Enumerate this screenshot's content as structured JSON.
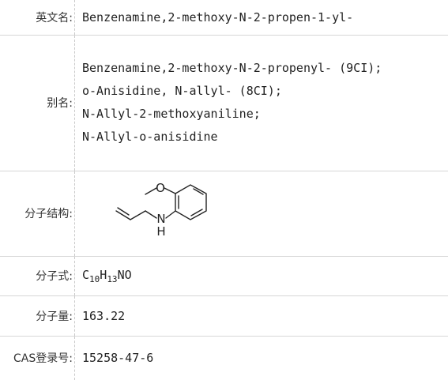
{
  "rows": {
    "english_name": {
      "label": "英文名:",
      "value": "Benzenamine,2-methoxy-N-2-propen-1-yl-"
    },
    "aliases": {
      "label": "别名:",
      "lines": [
        "Benzenamine,2-methoxy-N-2-propenyl- (9CI);",
        "o-Anisidine, N-allyl- (8CI);",
        "N-Allyl-2-methoxyaniline;",
        "N-Allyl-o-anisidine"
      ]
    },
    "structure": {
      "label": "分子结构:",
      "atom_o": "O",
      "atom_n": "N",
      "atom_h": "H"
    },
    "formula": {
      "label": "分子式:",
      "c": "C",
      "c_count": "10",
      "h": "H",
      "h_count": "13",
      "rest": "NO"
    },
    "mass": {
      "label": "分子量:",
      "value": "163.22"
    },
    "cas": {
      "label": "CAS登录号:",
      "value": "15258-47-6"
    }
  },
  "colors": {
    "border": "#d7d7d7",
    "divider": "#c8c8c8",
    "text": "#222222"
  }
}
